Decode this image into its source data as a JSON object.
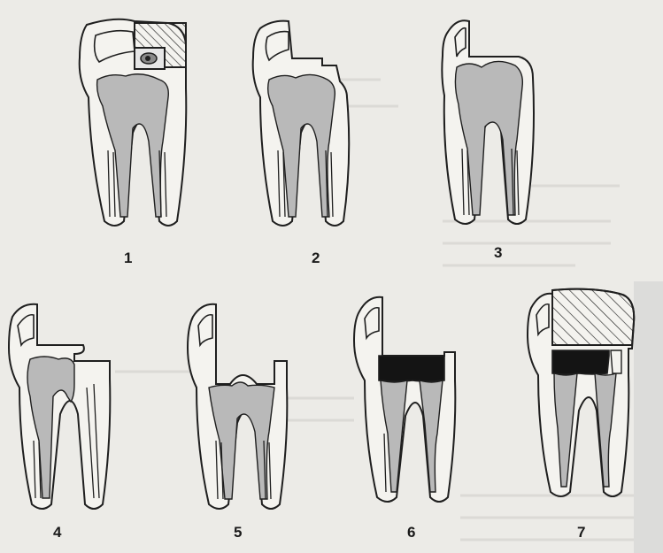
{
  "figure": {
    "panels": [
      {
        "id": "1",
        "label": "1"
      },
      {
        "id": "2",
        "label": "2"
      },
      {
        "id": "3",
        "label": "3"
      },
      {
        "id": "4",
        "label": "4"
      },
      {
        "id": "5",
        "label": "5"
      },
      {
        "id": "6",
        "label": "6"
      },
      {
        "id": "7",
        "label": "7"
      }
    ]
  },
  "colors": {
    "paper": "#ecebe7",
    "line": "#1f1f1f",
    "pulp": "#b9b9b9",
    "filling": "#141414"
  }
}
